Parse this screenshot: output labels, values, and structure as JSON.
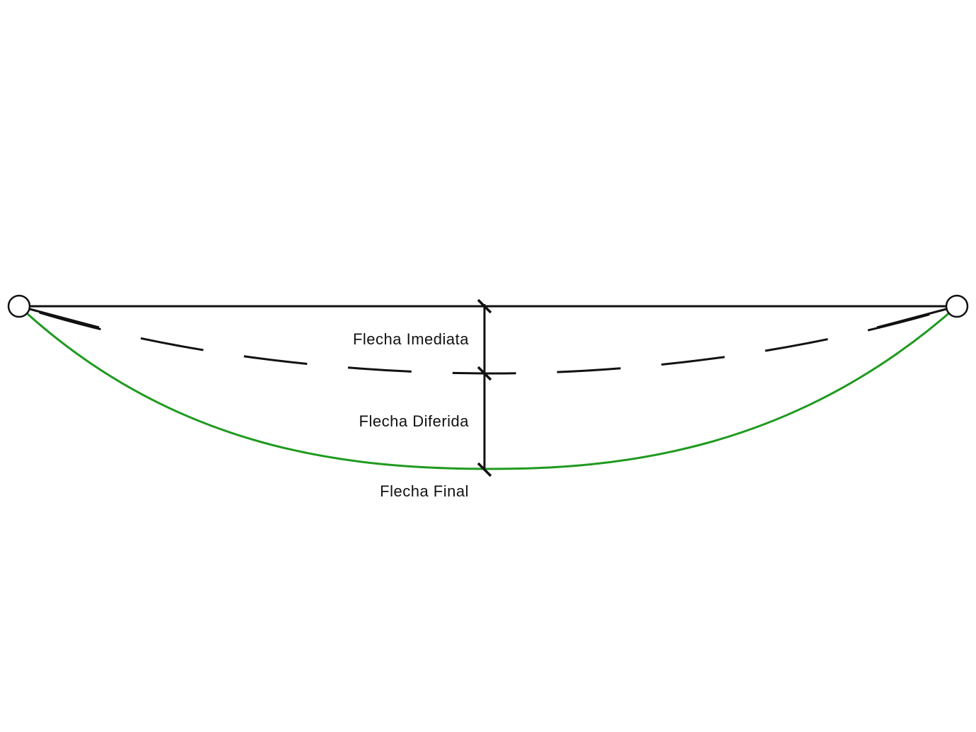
{
  "labels": {
    "immediate": "Flecha Imediata",
    "deferred": "Flecha Diferida",
    "final": "Flecha Final"
  },
  "colors": {
    "line": "#111111",
    "final_curve": "#1f9a1f",
    "background": "#ffffff"
  }
}
